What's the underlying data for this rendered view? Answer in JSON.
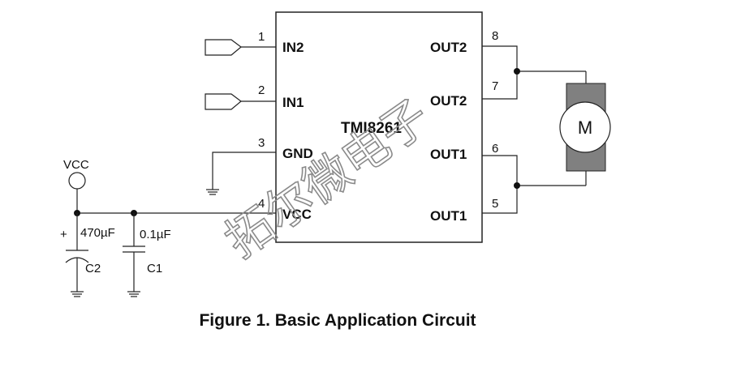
{
  "chip": {
    "name": "TMI8261"
  },
  "pins": [
    {
      "num": "1",
      "name": "IN2"
    },
    {
      "num": "2",
      "name": "IN1"
    },
    {
      "num": "3",
      "name": "GND"
    },
    {
      "num": "4",
      "name": "VCC"
    },
    {
      "num": "8",
      "name": "OUT2"
    },
    {
      "num": "7",
      "name": "OUT2"
    },
    {
      "num": "6",
      "name": "OUT1"
    },
    {
      "num": "5",
      "name": "OUT1"
    }
  ],
  "supply": {
    "label": "VCC"
  },
  "capacitors": [
    {
      "ref": "C2",
      "value": "470µF",
      "polarity": "+"
    },
    {
      "ref": "C1",
      "value": "0.1µF"
    }
  ],
  "motor": {
    "label": "M"
  },
  "watermark": "拓尔微电子",
  "caption": "Figure 1. Basic Application Circuit"
}
